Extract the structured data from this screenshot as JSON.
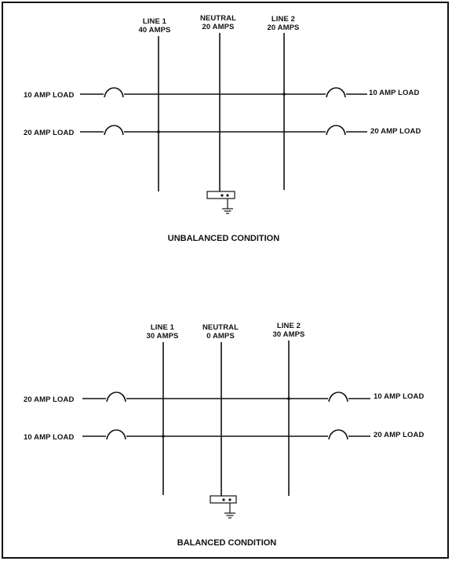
{
  "border_color": "#111111",
  "diagrams": [
    {
      "caption": "UNBALANCED CONDITION",
      "line1": {
        "name": "LINE 1",
        "amps": "40 AMPS"
      },
      "neutral": {
        "name": "NEUTRAL",
        "amps": "20 AMPS"
      },
      "line2": {
        "name": "LINE 2",
        "amps": "20 AMPS"
      },
      "left_loads": [
        "10 AMP LOAD",
        "20 AMP LOAD"
      ],
      "right_loads": [
        "10 AMP LOAD",
        "20 AMP LOAD"
      ]
    },
    {
      "caption": "BALANCED CONDITION",
      "line1": {
        "name": "LINE 1",
        "amps": "30 AMPS"
      },
      "neutral": {
        "name": "NEUTRAL",
        "amps": "0 AMPS"
      },
      "line2": {
        "name": "LINE 2",
        "amps": "30 AMPS"
      },
      "left_loads": [
        "20 AMP LOAD",
        "10 AMP LOAD"
      ],
      "right_loads": [
        "10 AMP LOAD",
        "20 AMP LOAD"
      ]
    }
  ]
}
